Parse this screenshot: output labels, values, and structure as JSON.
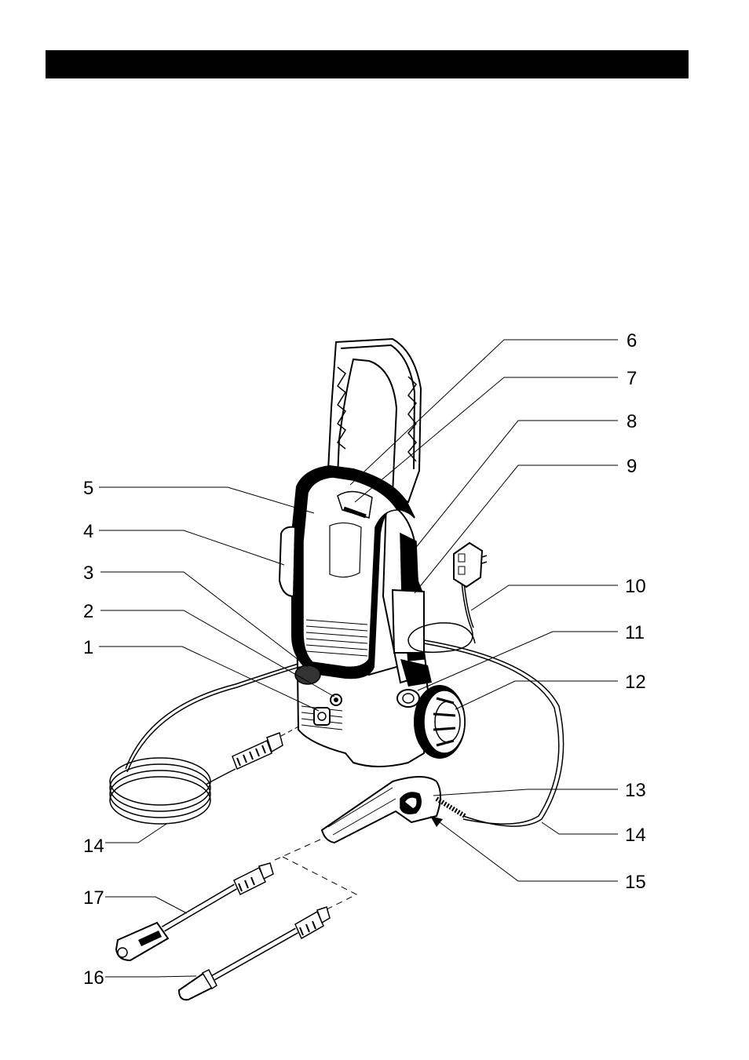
{
  "header": {
    "bar_color": "#000000"
  },
  "diagram": {
    "callouts": [
      {
        "id": "1",
        "label": "1"
      },
      {
        "id": "2",
        "label": "2"
      },
      {
        "id": "3",
        "label": "3"
      },
      {
        "id": "4",
        "label": "4"
      },
      {
        "id": "5",
        "label": "5"
      },
      {
        "id": "6",
        "label": "6"
      },
      {
        "id": "7",
        "label": "7"
      },
      {
        "id": "8",
        "label": "8"
      },
      {
        "id": "9",
        "label": "9"
      },
      {
        "id": "10",
        "label": "10"
      },
      {
        "id": "11",
        "label": "11"
      },
      {
        "id": "12",
        "label": "12"
      },
      {
        "id": "13",
        "label": "13"
      },
      {
        "id": "14a",
        "label": "14"
      },
      {
        "id": "14b",
        "label": "14"
      },
      {
        "id": "15",
        "label": "15"
      },
      {
        "id": "16",
        "label": "16"
      },
      {
        "id": "17",
        "label": "17"
      }
    ]
  }
}
